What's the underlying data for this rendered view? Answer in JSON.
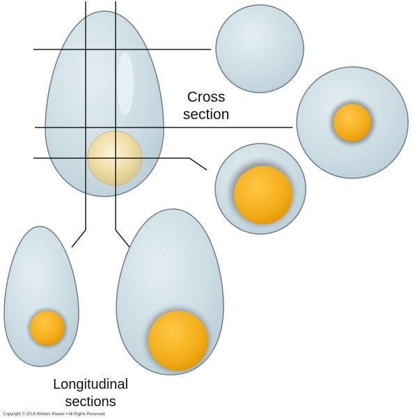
{
  "labels": {
    "cross_line1": "Cross",
    "cross_line2": "section",
    "long_line1": "Longitudinal",
    "long_line2": "sections"
  },
  "copyright": "Copyright © 2018 Wolters Kluwer • All Rights Reserved",
  "colors": {
    "egg_fill": "#cddde4",
    "egg_stroke": "#6d7f88",
    "yolk": "#f3ac18",
    "yolk_rim": "#d88f00",
    "line": "#1a1a1a"
  }
}
